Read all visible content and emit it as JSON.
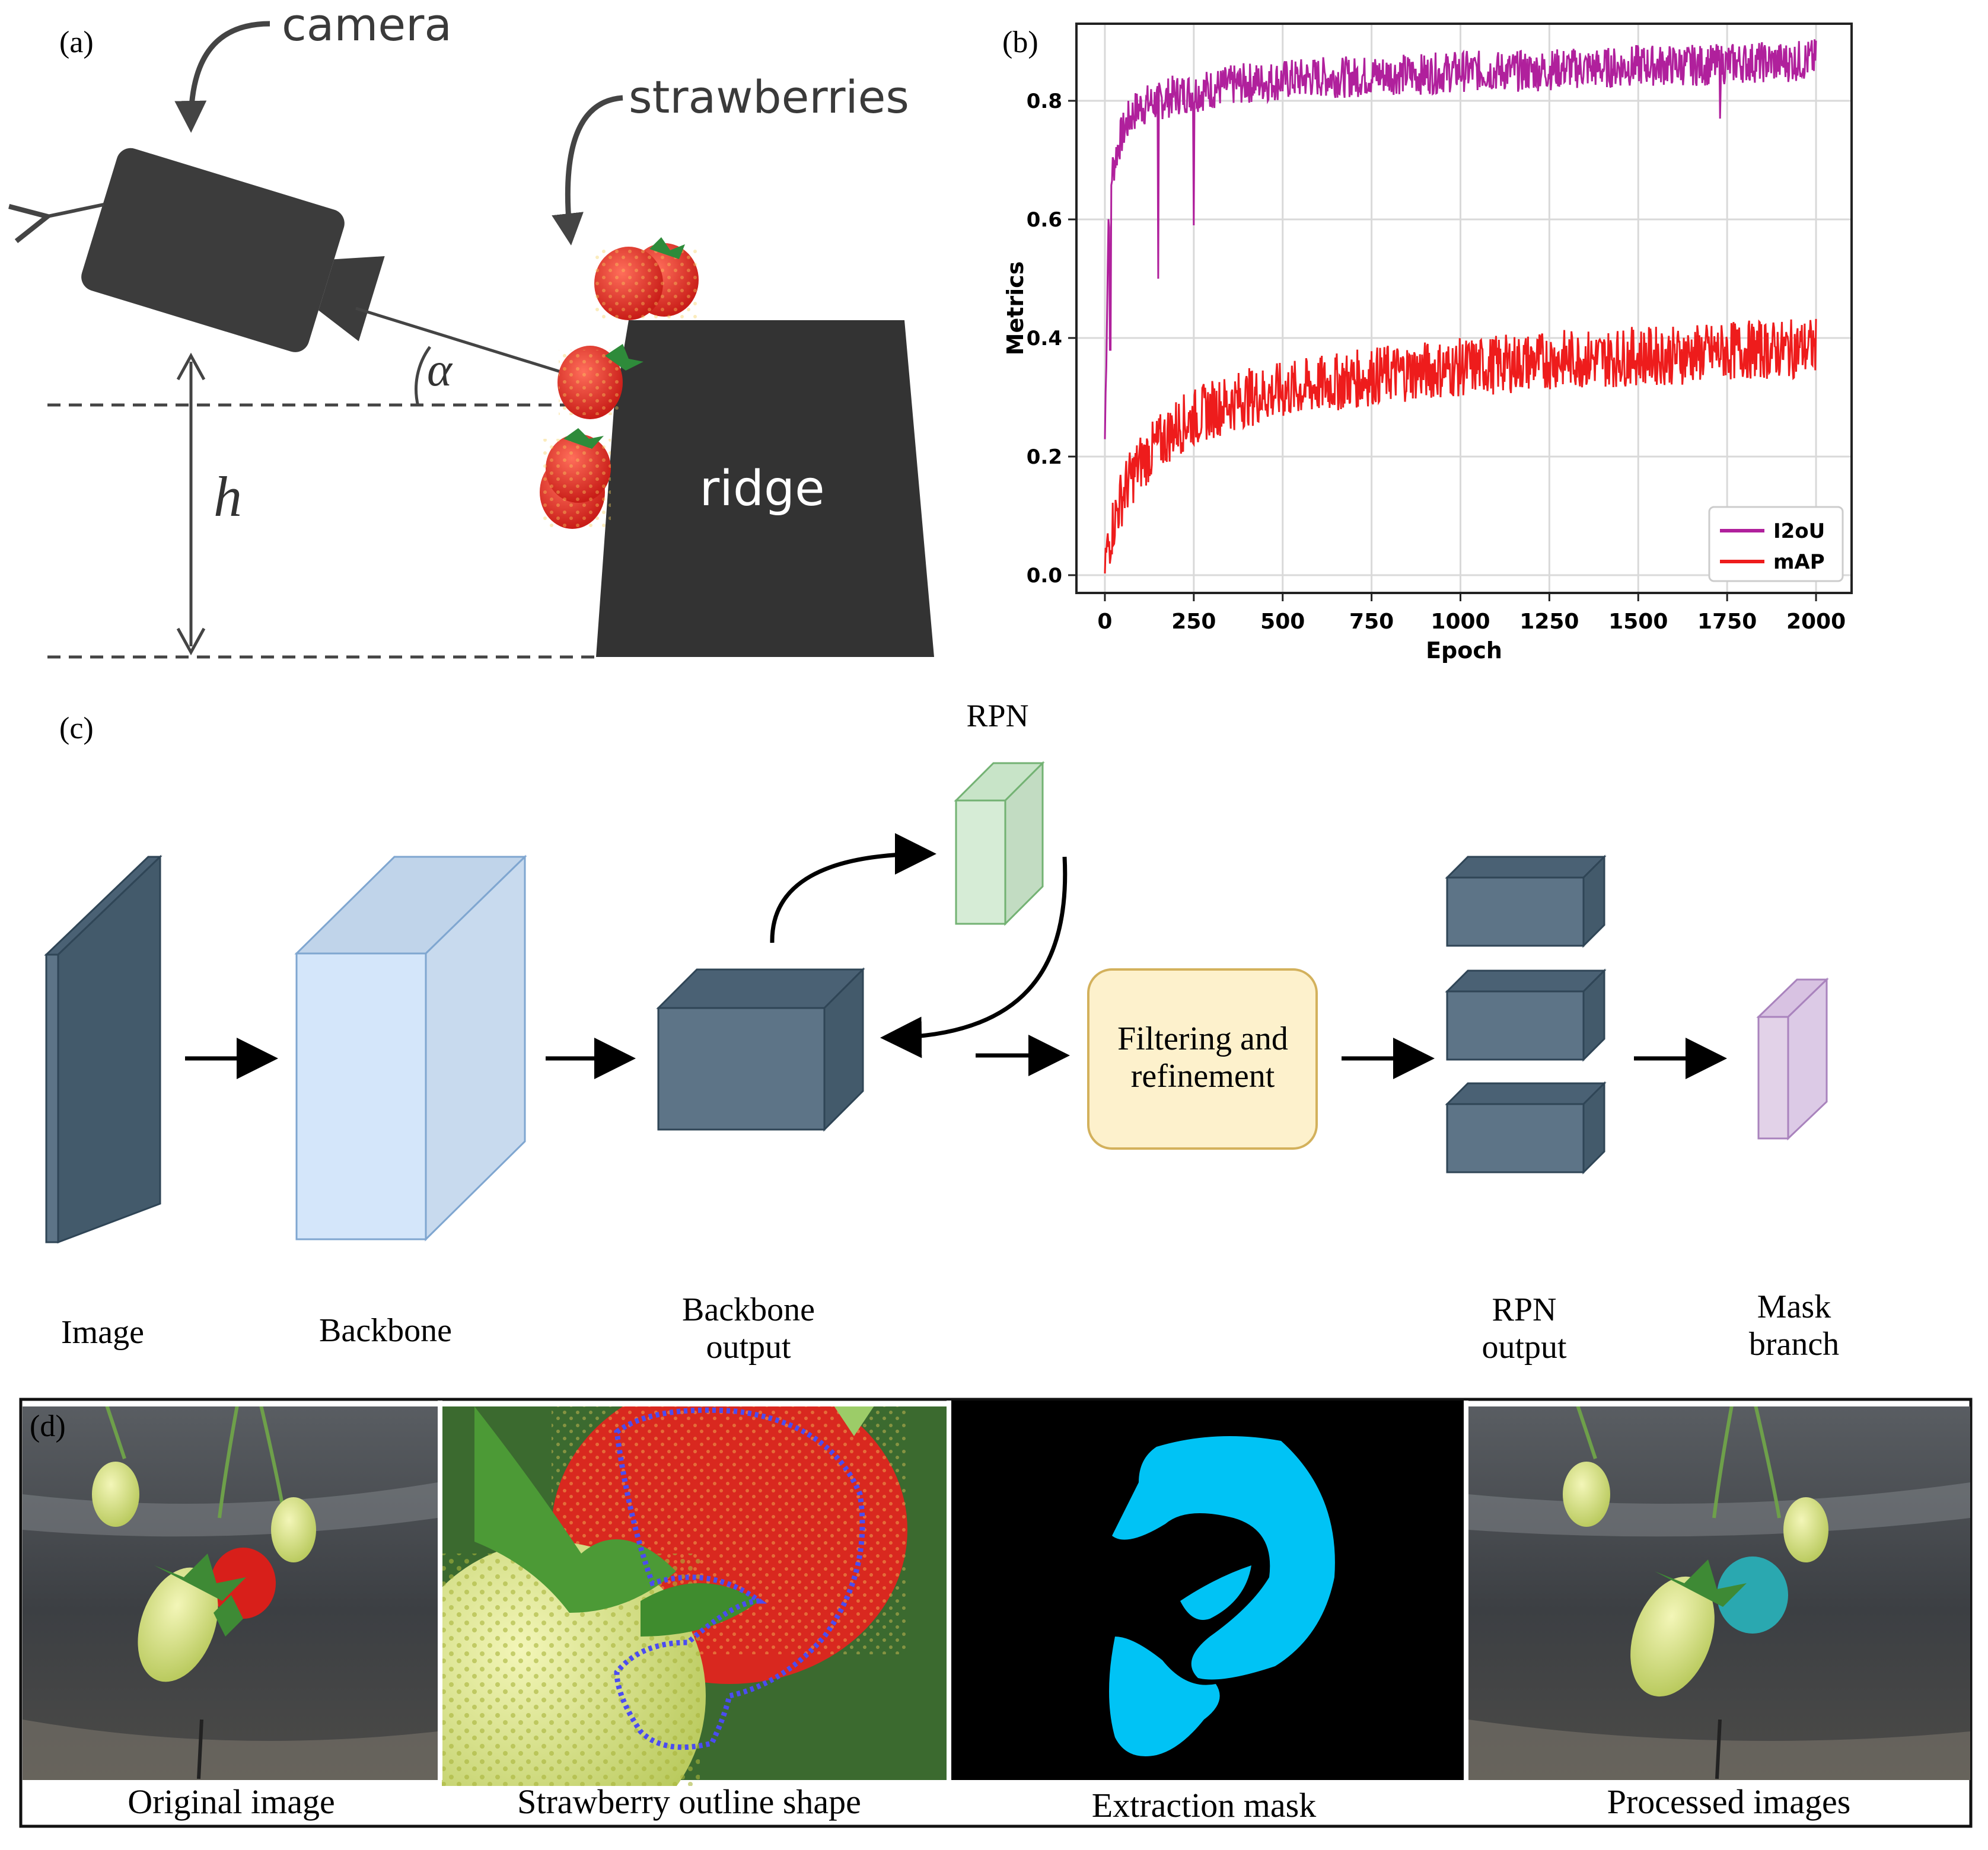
{
  "panels": {
    "a": {
      "tag": "(a)",
      "camera_label": "camera",
      "strawberries_label": "strawberries",
      "ridge_label": "ridge",
      "angle_symbol": "α",
      "height_symbol": "h",
      "colors": {
        "object": "#3c3c3c",
        "strawberry": "#e8322f",
        "leaf": "#2e8b3a"
      }
    },
    "b": {
      "tag": "(b)",
      "chart_data": {
        "type": "line",
        "xlabel": "Epoch",
        "ylabel": "Metrics",
        "xlim": [
          -80,
          2100
        ],
        "ylim": [
          -0.03,
          0.93
        ],
        "xticks": [
          0,
          250,
          500,
          750,
          1000,
          1250,
          1500,
          1750,
          2000
        ],
        "yticks": [
          0.0,
          0.2,
          0.4,
          0.6,
          0.8
        ],
        "grid": true,
        "legend_position": "lower-right",
        "series": [
          {
            "name": "I2oU",
            "color": "#b0209c",
            "x": [
              0,
              10,
              20,
              40,
              60,
              80,
              100,
              150,
              200,
              250,
              300,
              400,
              500,
              600,
              700,
              800,
              900,
              1000,
              1100,
              1200,
              1300,
              1400,
              1500,
              1600,
              1700,
              1800,
              1900,
              2000
            ],
            "y": [
              0.23,
              0.6,
              0.68,
              0.73,
              0.76,
              0.78,
              0.79,
              0.8,
              0.81,
              0.815,
              0.82,
              0.83,
              0.835,
              0.84,
              0.84,
              0.845,
              0.845,
              0.85,
              0.85,
              0.85,
              0.855,
              0.855,
              0.86,
              0.86,
              0.86,
              0.865,
              0.865,
              0.87
            ],
            "dips": [
              [
                15,
                0.38
              ],
              [
                150,
                0.5
              ],
              [
                250,
                0.59
              ],
              [
                1730,
                0.77
              ]
            ]
          },
          {
            "name": "mAP",
            "color": "#ee1c1c",
            "x": [
              0,
              20,
              40,
              60,
              100,
              150,
              200,
              300,
              400,
              500,
              600,
              700,
              800,
              900,
              1000,
              1100,
              1200,
              1300,
              1400,
              1500,
              1600,
              1700,
              1800,
              1900,
              2000
            ],
            "y": [
              0.02,
              0.08,
              0.12,
              0.15,
              0.19,
              0.22,
              0.25,
              0.28,
              0.3,
              0.31,
              0.32,
              0.33,
              0.34,
              0.345,
              0.35,
              0.355,
              0.36,
              0.365,
              0.365,
              0.37,
              0.37,
              0.375,
              0.38,
              0.38,
              0.385
            ]
          }
        ]
      }
    },
    "c": {
      "tag": "(c)",
      "nodes": {
        "image": "Image",
        "backbone": "Backbone",
        "backbone_output_line1": "Backbone",
        "backbone_output_line2": "output",
        "rpn_top": "RPN",
        "filter_line1": "Filtering and",
        "filter_line2": "refinement",
        "rpn_output_line1": "RPN",
        "rpn_output_line2": "output",
        "mask_line1": "Mask",
        "mask_line2": "branch"
      },
      "colors": {
        "dark_block": "#5d7487",
        "dark_block_side": "#435a6b",
        "dark_block_top": "#4a6174",
        "backbone": "#d4e6fa",
        "backbone_side": "#b8cfe8",
        "backbone_stroke": "#7fa6d0",
        "rpn": "#d6ecd6",
        "rpn_stroke": "#73b273",
        "filter_fill": "#fdf1cc",
        "filter_stroke": "#d3b15c",
        "mask": "#e2d2e8",
        "mask_stroke": "#a983bd"
      }
    },
    "d": {
      "tag": "(d)",
      "captions": [
        "Original image",
        "Strawberry outline shape",
        "Extraction mask",
        "Processed images"
      ],
      "colors": {
        "mask_fill": "#00c3f5",
        "outline": "#4b4cf0"
      }
    }
  }
}
